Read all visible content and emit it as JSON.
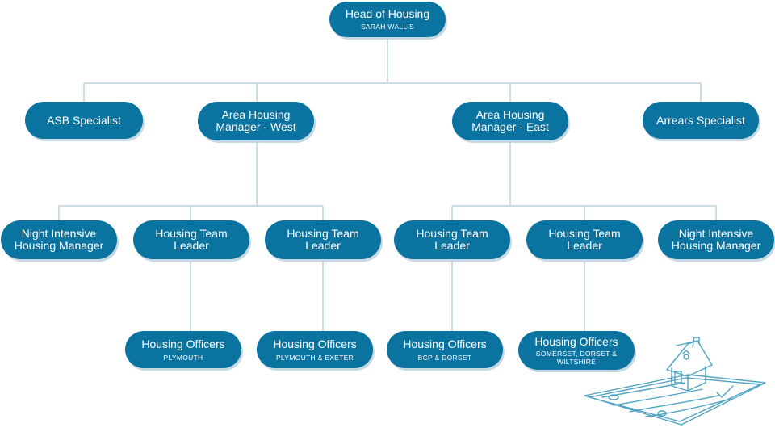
{
  "org": {
    "head": {
      "title": "Head of Housing",
      "sub": "SARAH WALLIS"
    },
    "asb": {
      "title": "ASB Specialist"
    },
    "ahm_west": {
      "title": "Area Housing Manager - West"
    },
    "ahm_east": {
      "title": "Area Housing Manager - East"
    },
    "arrears": {
      "title": "Arrears Specialist"
    },
    "nihm_west": {
      "title": "Night Intensive Housing Manager"
    },
    "htl_w1": {
      "title": "Housing Team Leader"
    },
    "htl_w2": {
      "title": "Housing Team Leader"
    },
    "htl_e1": {
      "title": "Housing Team Leader"
    },
    "htl_e2": {
      "title": "Housing Team Leader"
    },
    "nihm_east": {
      "title": "Night Intensive Housing Manager"
    },
    "ho_plymouth": {
      "title": "Housing Officers",
      "sub": "PLYMOUTH"
    },
    "ho_plymouth_exeter": {
      "title": "Housing Officers",
      "sub": "PLYMOUTH & EXETER"
    },
    "ho_bcp_dorset": {
      "title": "Housing Officers",
      "sub": "BCP & DORSET"
    },
    "ho_somerset": {
      "title": "Housing Officers",
      "sub": "SOMERSET, DORSET & WILTSHIRE"
    }
  },
  "colors": {
    "node_fill": "#0b73a0",
    "connector": "#b9d2dc",
    "sketch": "#4fa3c4"
  },
  "icons": {
    "decoration": "house-blueprint-sketch-icon"
  }
}
